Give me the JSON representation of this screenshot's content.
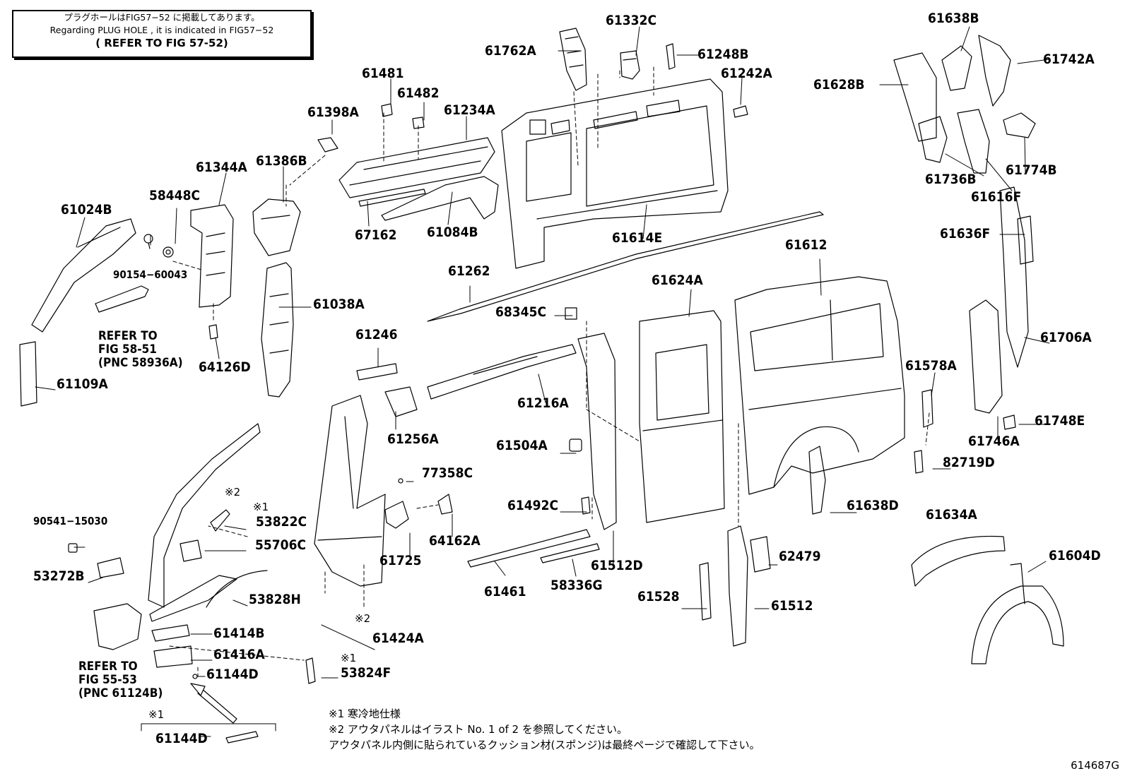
{
  "note_box": {
    "line1": "プラグホールはFIG57−52 に掲載してあります。",
    "line2": "Regarding PLUG HOLE , it is indicated in FIG57−52",
    "line3": "( REFER TO FIG 57-52)"
  },
  "labels": {
    "p61332C": "61332C",
    "p61762A": "61762A",
    "p61248B": "61248B",
    "p61242A": "61242A",
    "p61638B": "61638B",
    "p61742A": "61742A",
    "p61628B": "61628B",
    "p61481": "61481",
    "p61482": "61482",
    "p61234A": "61234A",
    "p61398A": "61398A",
    "p61344A": "61344A",
    "p61386B": "61386B",
    "p58448C": "58448C",
    "p61024B": "61024B",
    "p90154_60043": "90154−60043",
    "p67162": "67162",
    "p61084B": "61084B",
    "p61614E": "61614E",
    "p61736B": "61736B",
    "p61774B": "61774B",
    "p61616F": "61616F",
    "p61636F": "61636F",
    "p61038A": "61038A",
    "p61262": "61262",
    "p61612": "61612",
    "p61624A": "61624A",
    "p68345C": "68345C",
    "p64126D": "64126D",
    "p61109A": "61109A",
    "p61246": "61246",
    "p61706A": "61706A",
    "p61578A": "61578A",
    "p61216A": "61216A",
    "p61748E": "61748E",
    "p61256A": "61256A",
    "p61504A": "61504A",
    "p61746A": "61746A",
    "p82719D": "82719D",
    "p77358C": "77358C",
    "p53822C": "53822C",
    "p90541_15030": "90541−15030",
    "p61492C": "61492C",
    "p61638D": "61638D",
    "p64162A": "64162A",
    "p61634A": "61634A",
    "p55706C": "55706C",
    "p61725": "61725",
    "p62479": "62479",
    "p61604D": "61604D",
    "p53272B": "53272B",
    "p61461": "61461",
    "p58336G": "58336G",
    "p61512D": "61512D",
    "p61528": "61528",
    "p53828H": "53828H",
    "p61512": "61512",
    "p61414B": "61414B",
    "p61424A": "61424A",
    "p61416A": "61416A",
    "p61144D": "61144D",
    "p53824F": "53824F",
    "p61144D_2": "61144D"
  },
  "marks": {
    "m1": "※1",
    "m2": "※2",
    "m3": "※2",
    "m4": "※1",
    "m5": "※1"
  },
  "refs": {
    "ref1": "REFER TO\nFIG 58-51\n(PNC 58936A)",
    "ref2": "REFER TO\nFIG 55-53\n(PNC 61124B)"
  },
  "footnotes": {
    "f1": "※1 寒冷地仕様",
    "f2": "※2 アウタパネルはイラスト No. 1 of 2 を参照してください。",
    "f3": "アウタパネル内側に貼られているクッション材(スポンジ)は最終ページで確認して下さい。"
  },
  "code": "614687G"
}
